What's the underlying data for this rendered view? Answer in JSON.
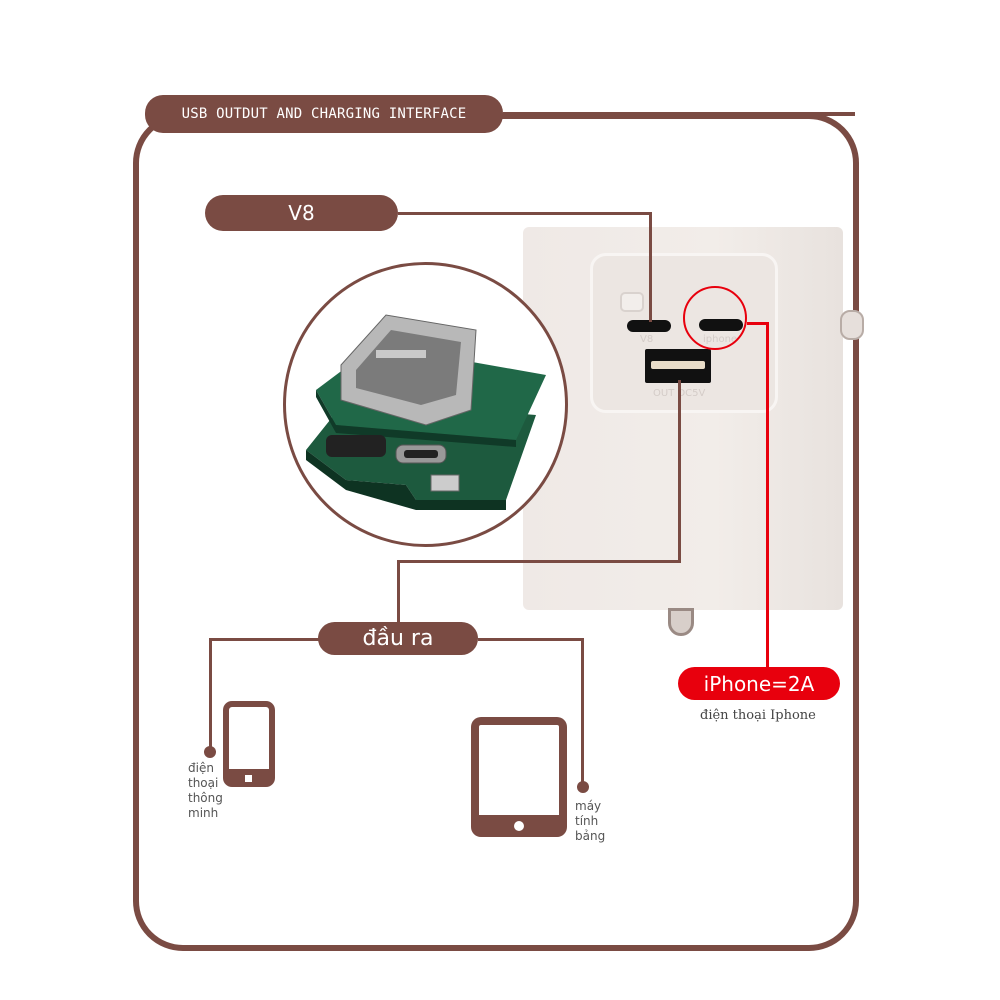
{
  "title": "USB OUTDUT AND CHARGING INTERFACE",
  "labels": {
    "v8": "V8",
    "output": "đầu ra",
    "iphone_spec": "iPhone=2A",
    "iphone_caption": "điện thoại Iphone"
  },
  "charger_ports": {
    "v8": "V8",
    "iphone": "iphone",
    "usb_out": "OUT DC5V"
  },
  "devices": [
    {
      "name": "smartphone",
      "caption_lines": [
        "điện",
        "thoại",
        "thông",
        "minh"
      ]
    },
    {
      "name": "tablet",
      "caption_lines": [
        "máy",
        "tính",
        "bảng"
      ]
    }
  ],
  "colors": {
    "brand_brown": "#7a4b43",
    "highlight_red": "#e8000d"
  }
}
